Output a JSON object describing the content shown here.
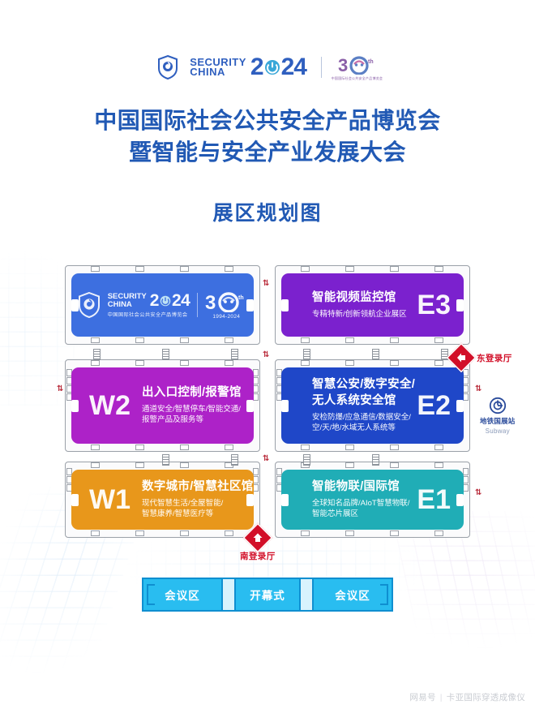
{
  "header": {
    "logo": {
      "icon": "security-shield-icon",
      "security": "SECURITY",
      "china": "CHINA",
      "year_left": "2",
      "year_right": "24",
      "power_icon": "power-button-icon",
      "anniversary": "30",
      "anniversary_sup": "th",
      "anniversary_sub": "中国国际社会公共安全产品博览会"
    }
  },
  "title": {
    "line1": "中国国际社会公共安全产品博览会",
    "line2": "暨智能与安全产业发展大会",
    "map_title": "展区规划图"
  },
  "floorplan": {
    "banner": {
      "code": "",
      "security": "SECURITY",
      "china": "CHINA",
      "year_left": "2",
      "year_right": "24",
      "cn_name": "中国国际社会公共安全产品博览会",
      "anniversary": "30",
      "anniversary_sup": "th",
      "years": "1994-2024"
    },
    "halls": [
      {
        "id": "e3",
        "code": "E3",
        "name": "智能视频监控馆",
        "sub": "专精特新/创新领航企业展区",
        "color": "#7B21CE",
        "side": "east"
      },
      {
        "id": "w2",
        "code": "W2",
        "name": "出入口控制/报警馆",
        "sub_line1": "通道安全/智慧停车/智能交通/",
        "sub_line2": "报警产品及服务等",
        "color": "#AD22C8",
        "side": "west"
      },
      {
        "id": "e2",
        "code": "E2",
        "name_line1": "智慧公安/数字安全/",
        "name_line2": "无人系统安全馆",
        "sub_line1": "安检防爆/应急通信/数据安全/",
        "sub_line2": "空/天/地/水域无人系统等",
        "color": "#1F47C8",
        "side": "east"
      },
      {
        "id": "w1",
        "code": "W1",
        "name": "数字城市/智慧社区馆",
        "sub_line1": "现代智慧生活/全屋智能/",
        "sub_line2": "智慧康养/智慧医疗等",
        "color": "#E8971B",
        "side": "west"
      },
      {
        "id": "e1",
        "code": "E1",
        "name": "智能物联/国际馆",
        "sub_line1": "全球知名品牌/AIoT智慧物联/",
        "sub_line2": "智能芯片展区",
        "color": "#20ADB6",
        "side": "east"
      }
    ],
    "markers": [
      {
        "id": "east-entrance",
        "label": "东登录厅",
        "icon": "arrow-left-diamond-icon",
        "color": "#D20F28"
      },
      {
        "id": "south-entrance",
        "label": "南登录厅",
        "icon": "arrow-up-diamond-icon",
        "color": "#D20F28"
      }
    ],
    "subway": {
      "icon": "subway-icon",
      "name_cn": "地铁国展站",
      "name_en": "Subway"
    },
    "escalator_icon": "escalator-updown-icon"
  },
  "conference": {
    "left": "会议区",
    "center": "开幕式",
    "right": "会议区"
  },
  "watermark": {
    "source": "网易号",
    "separator": "|",
    "account": "卡亚国际穿透成像仪"
  }
}
